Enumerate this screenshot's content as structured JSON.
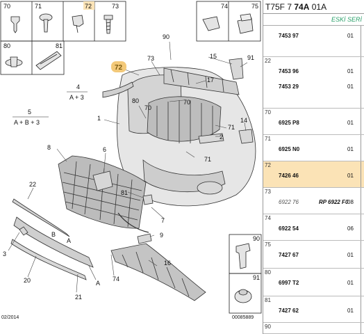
{
  "header": {
    "prefix": "T75F 7",
    "bold": "74A",
    "suffix": "01A",
    "subheader": "ESKİ SERİ"
  },
  "diagram": {
    "labels": {
      "l1": "1",
      "l2": "2",
      "l3": "3",
      "l4": "4",
      "l4f": "A + 3",
      "l5": "5",
      "l5f": "A + B + 3",
      "l6": "6",
      "l7": "7",
      "l8": "8",
      "l9": "9",
      "l14": "14",
      "l15": "15",
      "l16": "16",
      "l17": "17",
      "l20": "20",
      "l21": "21",
      "l22": "22",
      "l70a": "70",
      "l70b": "70",
      "l71a": "71",
      "l71b": "71",
      "l72": "72",
      "l73": "73",
      "l74": "74",
      "l80": "80",
      "l81": "81",
      "l90": "90",
      "l91": "91",
      "lA1": "A",
      "lA2": "A",
      "lB": "B"
    },
    "inset_labels": {
      "t70": "70",
      "t71": "71",
      "t72": "72",
      "t73": "73",
      "t74": "74",
      "t75": "75",
      "t80": "80",
      "t81": "81",
      "t90": "90",
      "t91": "91"
    },
    "footer_left": "02/2014",
    "footer_right": "00085889"
  },
  "rows": [
    {
      "ref": "",
      "lines": [
        {
          "pn": "7453 97",
          "qty": "01"
        }
      ]
    },
    {
      "ref": "22",
      "lines": [
        {
          "pn": "7453 96",
          "qty": "01"
        },
        {
          "pn": "7453 29",
          "qty": "01"
        }
      ]
    },
    {
      "ref": "70",
      "lines": [
        {
          "pn": "6925 P8",
          "qty": "01"
        }
      ]
    },
    {
      "ref": "71",
      "lines": [
        {
          "pn": "6925 N0",
          "qty": "01"
        }
      ]
    },
    {
      "ref": "72",
      "lines": [
        {
          "pn": "7426 46",
          "qty": "01"
        }
      ]
    },
    {
      "ref": "73",
      "lines": [
        {
          "pn": "6922 76",
          "alt": "RP 6922 F0",
          "qty": "08",
          "italic": true
        }
      ]
    },
    {
      "ref": "74",
      "lines": [
        {
          "pn": "6922 54",
          "qty": "06"
        }
      ]
    },
    {
      "ref": "75",
      "lines": [
        {
          "pn": "7427 67",
          "qty": "01"
        }
      ]
    },
    {
      "ref": "80",
      "lines": [
        {
          "pn": "6997 T2",
          "qty": "01"
        }
      ]
    },
    {
      "ref": "81",
      "lines": [
        {
          "pn": "7427 62",
          "qty": "01"
        }
      ]
    },
    {
      "ref": "90",
      "lines": []
    }
  ]
}
